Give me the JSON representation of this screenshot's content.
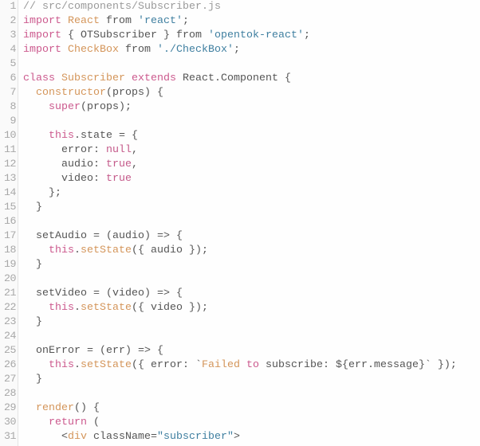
{
  "editor": {
    "file_comment": "// src/components/Subscriber.js",
    "colors": {
      "comment": "#9a9a9a",
      "keyword": "#cc5a8e",
      "name": "#d4955a",
      "string": "#3f7fa0",
      "plain": "#555555",
      "line_number": "#a8a8a8",
      "gutter_border": "#e4e4e4"
    },
    "lines": [
      {
        "n": "1",
        "tokens": [
          [
            "t-comment",
            "// src/components/Subscriber.js"
          ]
        ]
      },
      {
        "n": "2",
        "tokens": [
          [
            "t-kw",
            "import"
          ],
          [
            "t-plain",
            " "
          ],
          [
            "t-name",
            "React"
          ],
          [
            "t-plain",
            " from "
          ],
          [
            "t-str",
            "'react'"
          ],
          [
            "t-plain",
            ";"
          ]
        ]
      },
      {
        "n": "3",
        "tokens": [
          [
            "t-kw",
            "import"
          ],
          [
            "t-plain",
            " { OTSubscriber } from "
          ],
          [
            "t-str",
            "'opentok-react'"
          ],
          [
            "t-plain",
            ";"
          ]
        ]
      },
      {
        "n": "4",
        "tokens": [
          [
            "t-kw",
            "import"
          ],
          [
            "t-plain",
            " "
          ],
          [
            "t-name",
            "CheckBox"
          ],
          [
            "t-plain",
            " from "
          ],
          [
            "t-str",
            "'./CheckBox'"
          ],
          [
            "t-plain",
            ";"
          ]
        ]
      },
      {
        "n": "5",
        "tokens": []
      },
      {
        "n": "6",
        "tokens": [
          [
            "t-kw",
            "class"
          ],
          [
            "t-plain",
            " "
          ],
          [
            "t-name",
            "Subscriber"
          ],
          [
            "t-plain",
            " "
          ],
          [
            "t-kw",
            "extends"
          ],
          [
            "t-plain",
            " React.Component {"
          ]
        ]
      },
      {
        "n": "7",
        "tokens": [
          [
            "t-plain",
            "  "
          ],
          [
            "t-name",
            "constructor"
          ],
          [
            "t-plain",
            "(props) {"
          ]
        ]
      },
      {
        "n": "8",
        "tokens": [
          [
            "t-plain",
            "    "
          ],
          [
            "t-kw",
            "super"
          ],
          [
            "t-plain",
            "(props);"
          ]
        ]
      },
      {
        "n": "9",
        "tokens": []
      },
      {
        "n": "10",
        "tokens": [
          [
            "t-plain",
            "    "
          ],
          [
            "t-kw",
            "this"
          ],
          [
            "t-plain",
            ".state = {"
          ]
        ]
      },
      {
        "n": "11",
        "tokens": [
          [
            "t-plain",
            "      error: "
          ],
          [
            "t-atom",
            "null"
          ],
          [
            "t-plain",
            ","
          ]
        ]
      },
      {
        "n": "12",
        "tokens": [
          [
            "t-plain",
            "      audio: "
          ],
          [
            "t-atom",
            "true"
          ],
          [
            "t-plain",
            ","
          ]
        ]
      },
      {
        "n": "13",
        "tokens": [
          [
            "t-plain",
            "      video: "
          ],
          [
            "t-atom",
            "true"
          ]
        ]
      },
      {
        "n": "14",
        "tokens": [
          [
            "t-plain",
            "    };"
          ]
        ]
      },
      {
        "n": "15",
        "tokens": [
          [
            "t-plain",
            "  }"
          ]
        ]
      },
      {
        "n": "16",
        "tokens": []
      },
      {
        "n": "17",
        "tokens": [
          [
            "t-plain",
            "  setAudio = (audio) => {"
          ]
        ]
      },
      {
        "n": "18",
        "tokens": [
          [
            "t-plain",
            "    "
          ],
          [
            "t-kw",
            "this"
          ],
          [
            "t-plain",
            "."
          ],
          [
            "t-name",
            "setState"
          ],
          [
            "t-plain",
            "({ audio });"
          ]
        ]
      },
      {
        "n": "19",
        "tokens": [
          [
            "t-plain",
            "  }"
          ]
        ]
      },
      {
        "n": "20",
        "tokens": []
      },
      {
        "n": "21",
        "tokens": [
          [
            "t-plain",
            "  setVideo = (video) => {"
          ]
        ]
      },
      {
        "n": "22",
        "tokens": [
          [
            "t-plain",
            "    "
          ],
          [
            "t-kw",
            "this"
          ],
          [
            "t-plain",
            "."
          ],
          [
            "t-name",
            "setState"
          ],
          [
            "t-plain",
            "({ video });"
          ]
        ]
      },
      {
        "n": "23",
        "tokens": [
          [
            "t-plain",
            "  }"
          ]
        ]
      },
      {
        "n": "24",
        "tokens": []
      },
      {
        "n": "25",
        "tokens": [
          [
            "t-plain",
            "  onError = (err) => {"
          ]
        ]
      },
      {
        "n": "26",
        "tokens": [
          [
            "t-plain",
            "    "
          ],
          [
            "t-kw",
            "this"
          ],
          [
            "t-plain",
            "."
          ],
          [
            "t-name",
            "setState"
          ],
          [
            "t-plain",
            "({ error: `"
          ],
          [
            "t-name",
            "Failed"
          ],
          [
            "t-plain",
            " "
          ],
          [
            "t-kw",
            "to"
          ],
          [
            "t-plain",
            " subscribe: ${err.message}` });"
          ]
        ]
      },
      {
        "n": "27",
        "tokens": [
          [
            "t-plain",
            "  }"
          ]
        ]
      },
      {
        "n": "28",
        "tokens": []
      },
      {
        "n": "29",
        "tokens": [
          [
            "t-plain",
            "  "
          ],
          [
            "t-name",
            "render"
          ],
          [
            "t-plain",
            "() {"
          ]
        ]
      },
      {
        "n": "30",
        "tokens": [
          [
            "t-plain",
            "    "
          ],
          [
            "t-kw",
            "return"
          ],
          [
            "t-plain",
            " ("
          ]
        ]
      },
      {
        "n": "31",
        "tokens": [
          [
            "t-plain",
            "      <"
          ],
          [
            "t-tag",
            "div"
          ],
          [
            "t-plain",
            " className="
          ],
          [
            "t-str",
            "\"subscriber\""
          ],
          [
            "t-plain",
            ">"
          ]
        ]
      }
    ]
  }
}
